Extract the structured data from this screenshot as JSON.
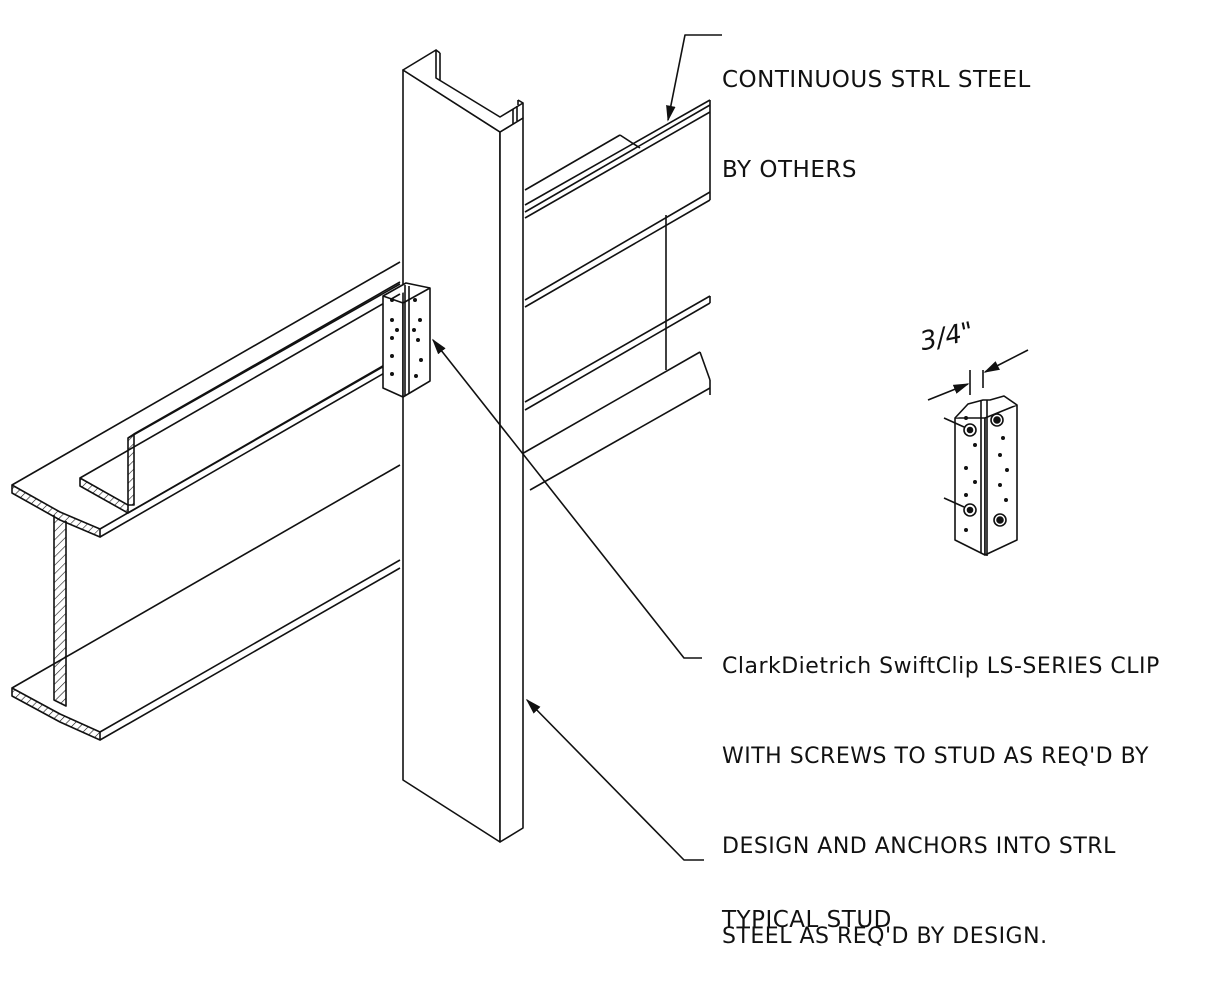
{
  "callouts": {
    "steel": {
      "lines": [
        "CONTINUOUS STRL STEEL",
        "BY OTHERS"
      ]
    },
    "clip": {
      "lines": [
        "ClarkDietrich SwiftClip LS-SERIES CLIP",
        "WITH SCREWS TO STUD AS REQ'D BY",
        "DESIGN AND ANCHORS INTO STRL",
        "STEEL AS REQ'D BY DESIGN."
      ]
    },
    "stud": {
      "lines": [
        "TYPICAL STUD"
      ]
    }
  },
  "dimension": {
    "value": "3/4\""
  },
  "colors": {
    "line": "#111111",
    "background": "#ffffff"
  }
}
